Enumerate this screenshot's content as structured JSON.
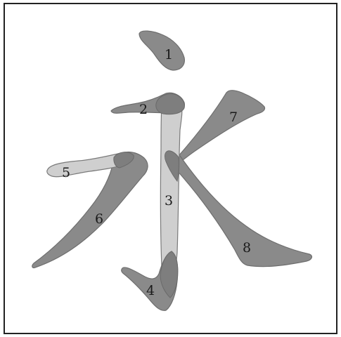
{
  "diagram": {
    "strokes": [
      {
        "id": "1",
        "label": "1"
      },
      {
        "id": "2",
        "label": "2"
      },
      {
        "id": "3",
        "label": "3"
      },
      {
        "id": "4",
        "label": "4"
      },
      {
        "id": "5",
        "label": "5"
      },
      {
        "id": "6",
        "label": "6"
      },
      {
        "id": "7",
        "label": "7"
      },
      {
        "id": "8",
        "label": "8"
      }
    ],
    "colors": {
      "dark_stroke": "#8a8a8a",
      "light_stroke": "#cfcfcf",
      "frame": "#222222",
      "background": "#ffffff"
    }
  }
}
